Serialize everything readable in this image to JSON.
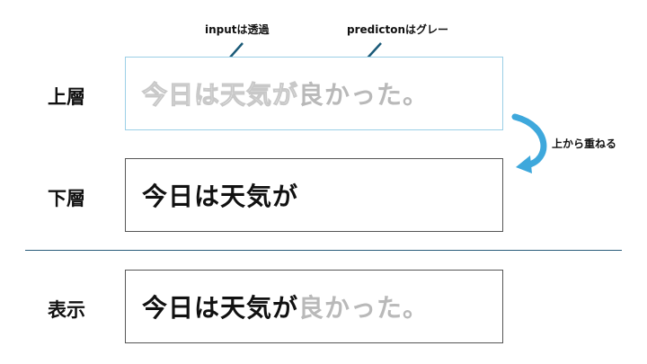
{
  "annotations": {
    "input_note": "inputは透過",
    "prediction_note": "predictonはグレー",
    "overlay_note": "上から重ねる"
  },
  "layers": {
    "upper": {
      "label": "上層",
      "input_text": "今日は天気が",
      "prediction_text": "良かった。"
    },
    "lower": {
      "label": "下層",
      "input_text": "今日は天気が"
    },
    "display": {
      "label": "表示",
      "input_text": "今日は天気が",
      "prediction_text": "良かった。"
    }
  },
  "colors": {
    "arrow": "#1a5a78",
    "curved_arrow": "#3ea8dc",
    "upper_border": "#9bcfe6",
    "prediction_gray": "#b9b9b9"
  }
}
